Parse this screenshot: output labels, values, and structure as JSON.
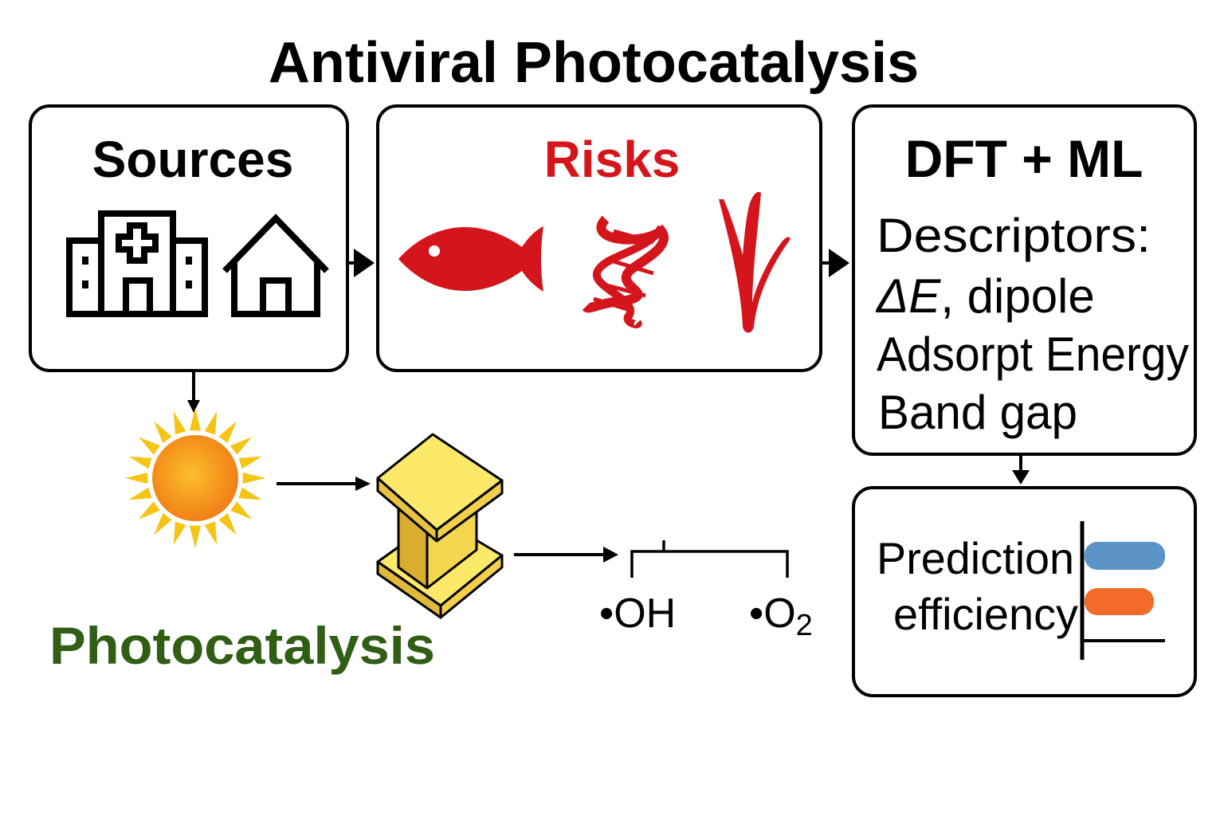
{
  "title": "Antiviral Photocatalysis",
  "sources": {
    "heading": "Sources",
    "icons": [
      "hospital-icon",
      "house-icon"
    ]
  },
  "risks": {
    "heading": "Risks",
    "color": "#d4161c",
    "icons": [
      "fish-icon",
      "dna-icon",
      "plant-icon"
    ]
  },
  "dft_ml": {
    "heading": "DFT + ML",
    "lines": [
      "Descriptors:",
      "ΔE",
      ", dipole",
      "Adsorpt Energy",
      "Band gap"
    ]
  },
  "photocatalysis": {
    "label": "Photocatalysis",
    "color": "#2f5e14",
    "products": {
      "oh": "•OH",
      "o2": "•O",
      "o2_sub": "2"
    }
  },
  "prediction": {
    "line1": "Prediction",
    "line2": "efficiency",
    "bars": [
      {
        "color": "#5b93c6",
        "value": 1.0
      },
      {
        "color": "#f26b2a",
        "value": 0.86
      }
    ]
  }
}
